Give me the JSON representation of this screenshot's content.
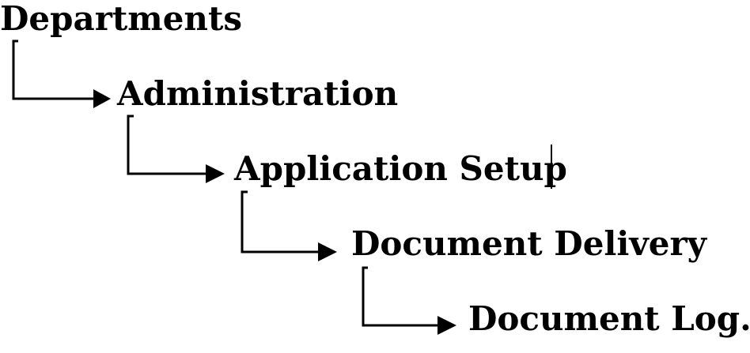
{
  "diagram": {
    "nodes": [
      {
        "label": "Departments"
      },
      {
        "label": "Administration"
      },
      {
        "label": "Application Setup"
      },
      {
        "label": "Document Delivery"
      },
      {
        "label": "Document Log."
      }
    ],
    "edges": [
      {
        "from": 0,
        "to": 1
      },
      {
        "from": 1,
        "to": 2
      },
      {
        "from": 2,
        "to": 3
      },
      {
        "from": 3,
        "to": 4
      }
    ],
    "colors": {
      "text": "#000000",
      "lines": "#000000",
      "background": "#ffffff"
    }
  }
}
